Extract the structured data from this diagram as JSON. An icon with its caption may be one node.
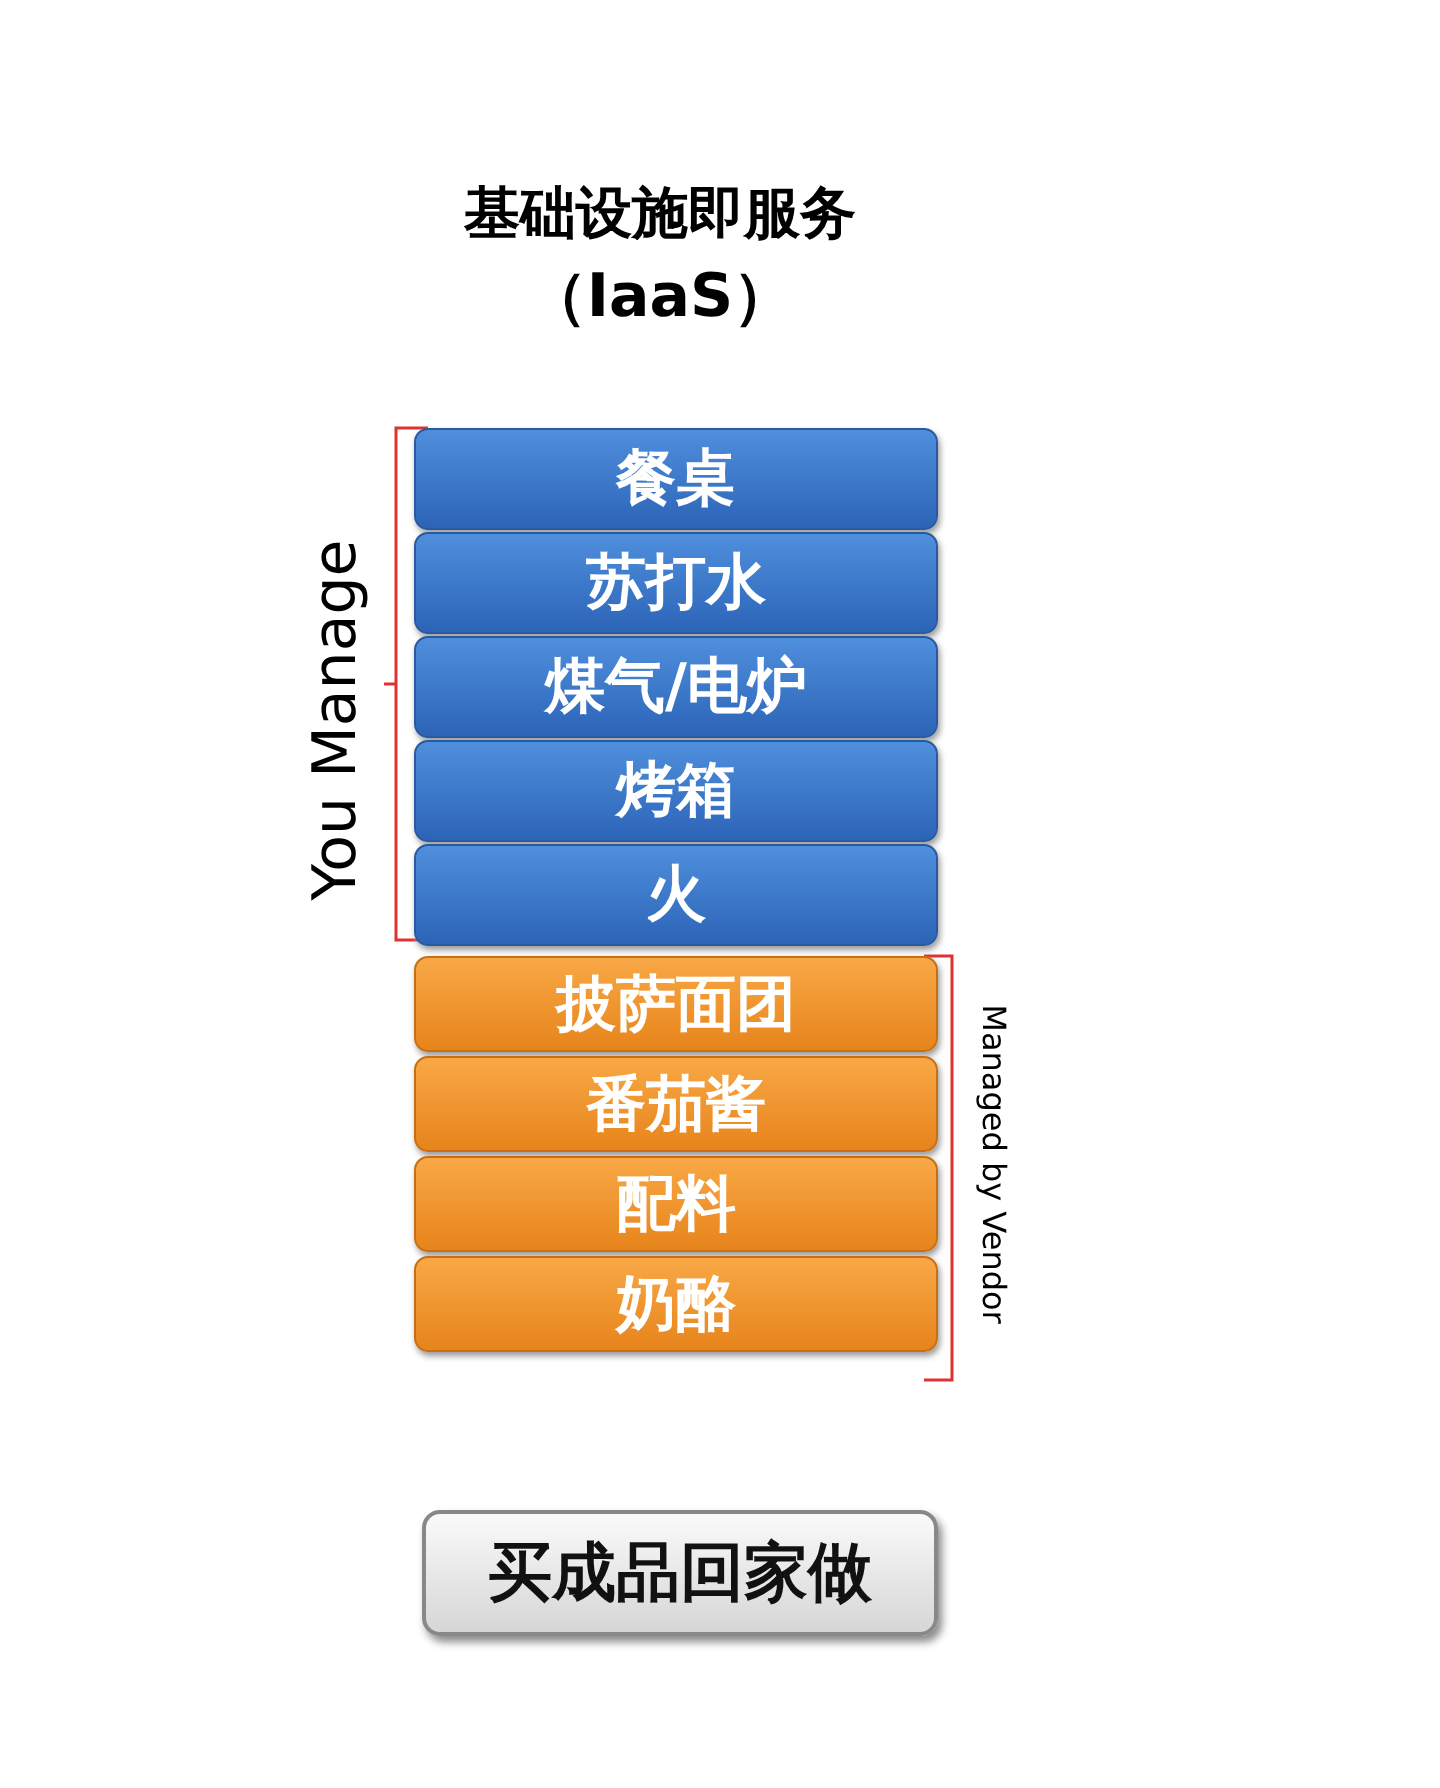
{
  "diagram": {
    "title": "基础设施即服务",
    "nodes": [
      {
        "text": [
          "餐桌"
        ]
      },
      {
        "text": [
          "苏打水"
        ]
      },
      {
        "text": [
          "煤气/电炉"
        ]
      },
      {
        "text": [
          "烤箱"
        ]
      },
      {
        "text": [
          "火"
        ]
      },
      {
        "text": [
          "披萨面团"
        ]
      },
      {
        "text": [
          "番茄酱"
        ]
      },
      {
        "text": [
          "配料"
        ]
      },
      {
        "text": [
          "奶酪"
        ]
      },
      {
        "text": [
          "买成品回家做"
        ]
      }
    ],
    "labels": [
      "（IaaS）",
      "You Manage",
      "Managed by Vendor"
    ]
  }
}
